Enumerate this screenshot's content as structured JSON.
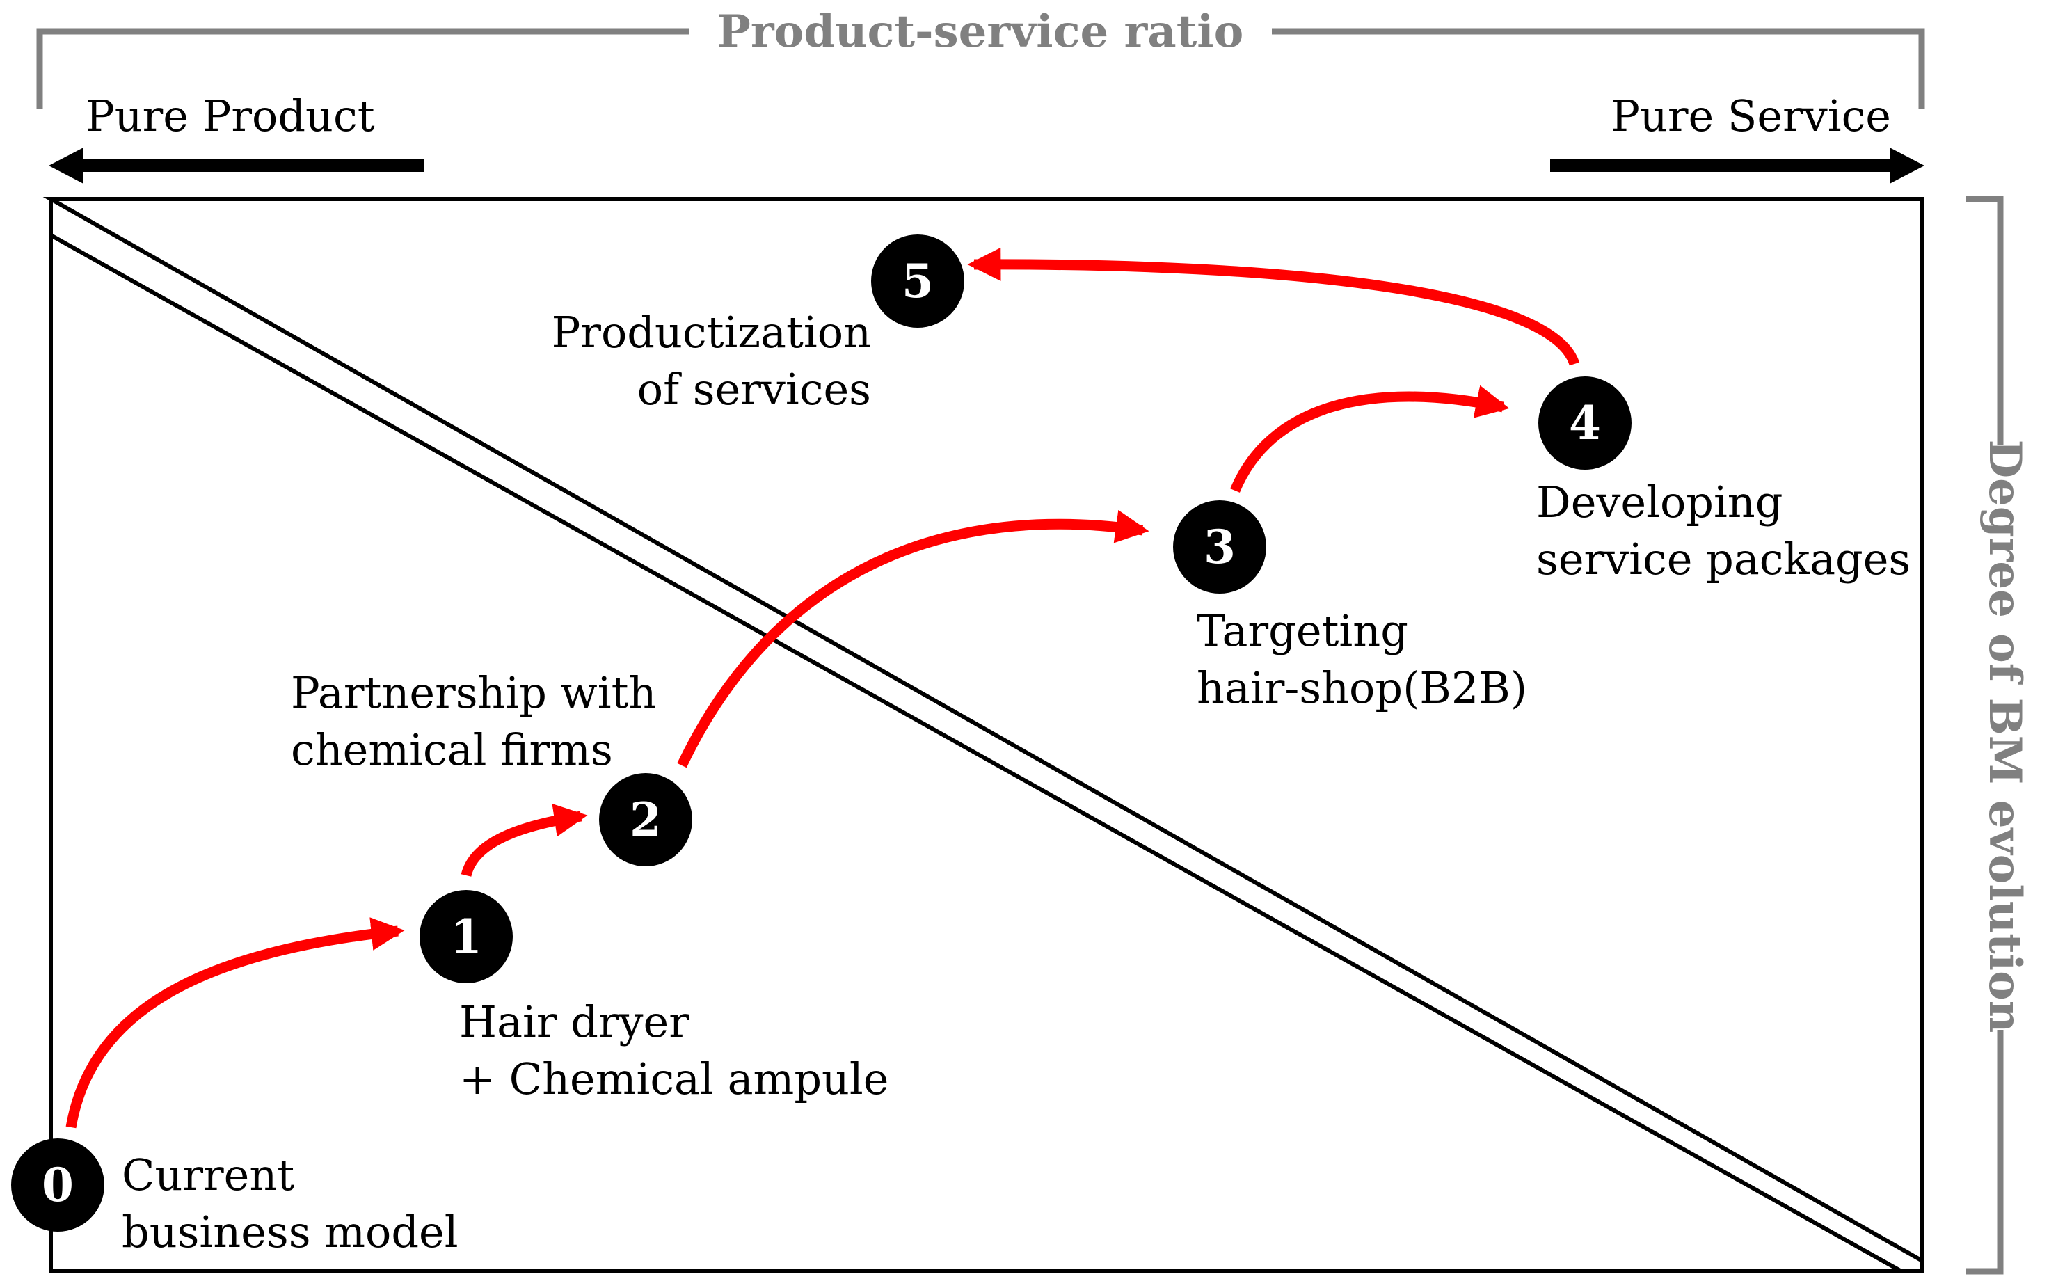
{
  "header": {
    "title": "Product-service ratio",
    "left_end": "Pure Product",
    "right_end": "Pure Service"
  },
  "side_axis": {
    "label": "Degree of BM evolution"
  },
  "colors": {
    "arrow": "#ff0000",
    "bracket": "#808080",
    "node_fill": "#000000",
    "node_text": "#ffffff"
  },
  "steps": [
    {
      "number": "0",
      "line1": "Current",
      "line2": "business model"
    },
    {
      "number": "1",
      "line1": "Hair dryer",
      "line2": "+ Chemical ampule"
    },
    {
      "number": "2",
      "line1": "Partnership with",
      "line2": "chemical firms"
    },
    {
      "number": "3",
      "line1": "Targeting",
      "line2": "hair-shop(B2B)"
    },
    {
      "number": "4",
      "line1": "Developing",
      "line2": "service packages"
    },
    {
      "number": "5",
      "line1": "Productization",
      "line2": "of services"
    }
  ]
}
